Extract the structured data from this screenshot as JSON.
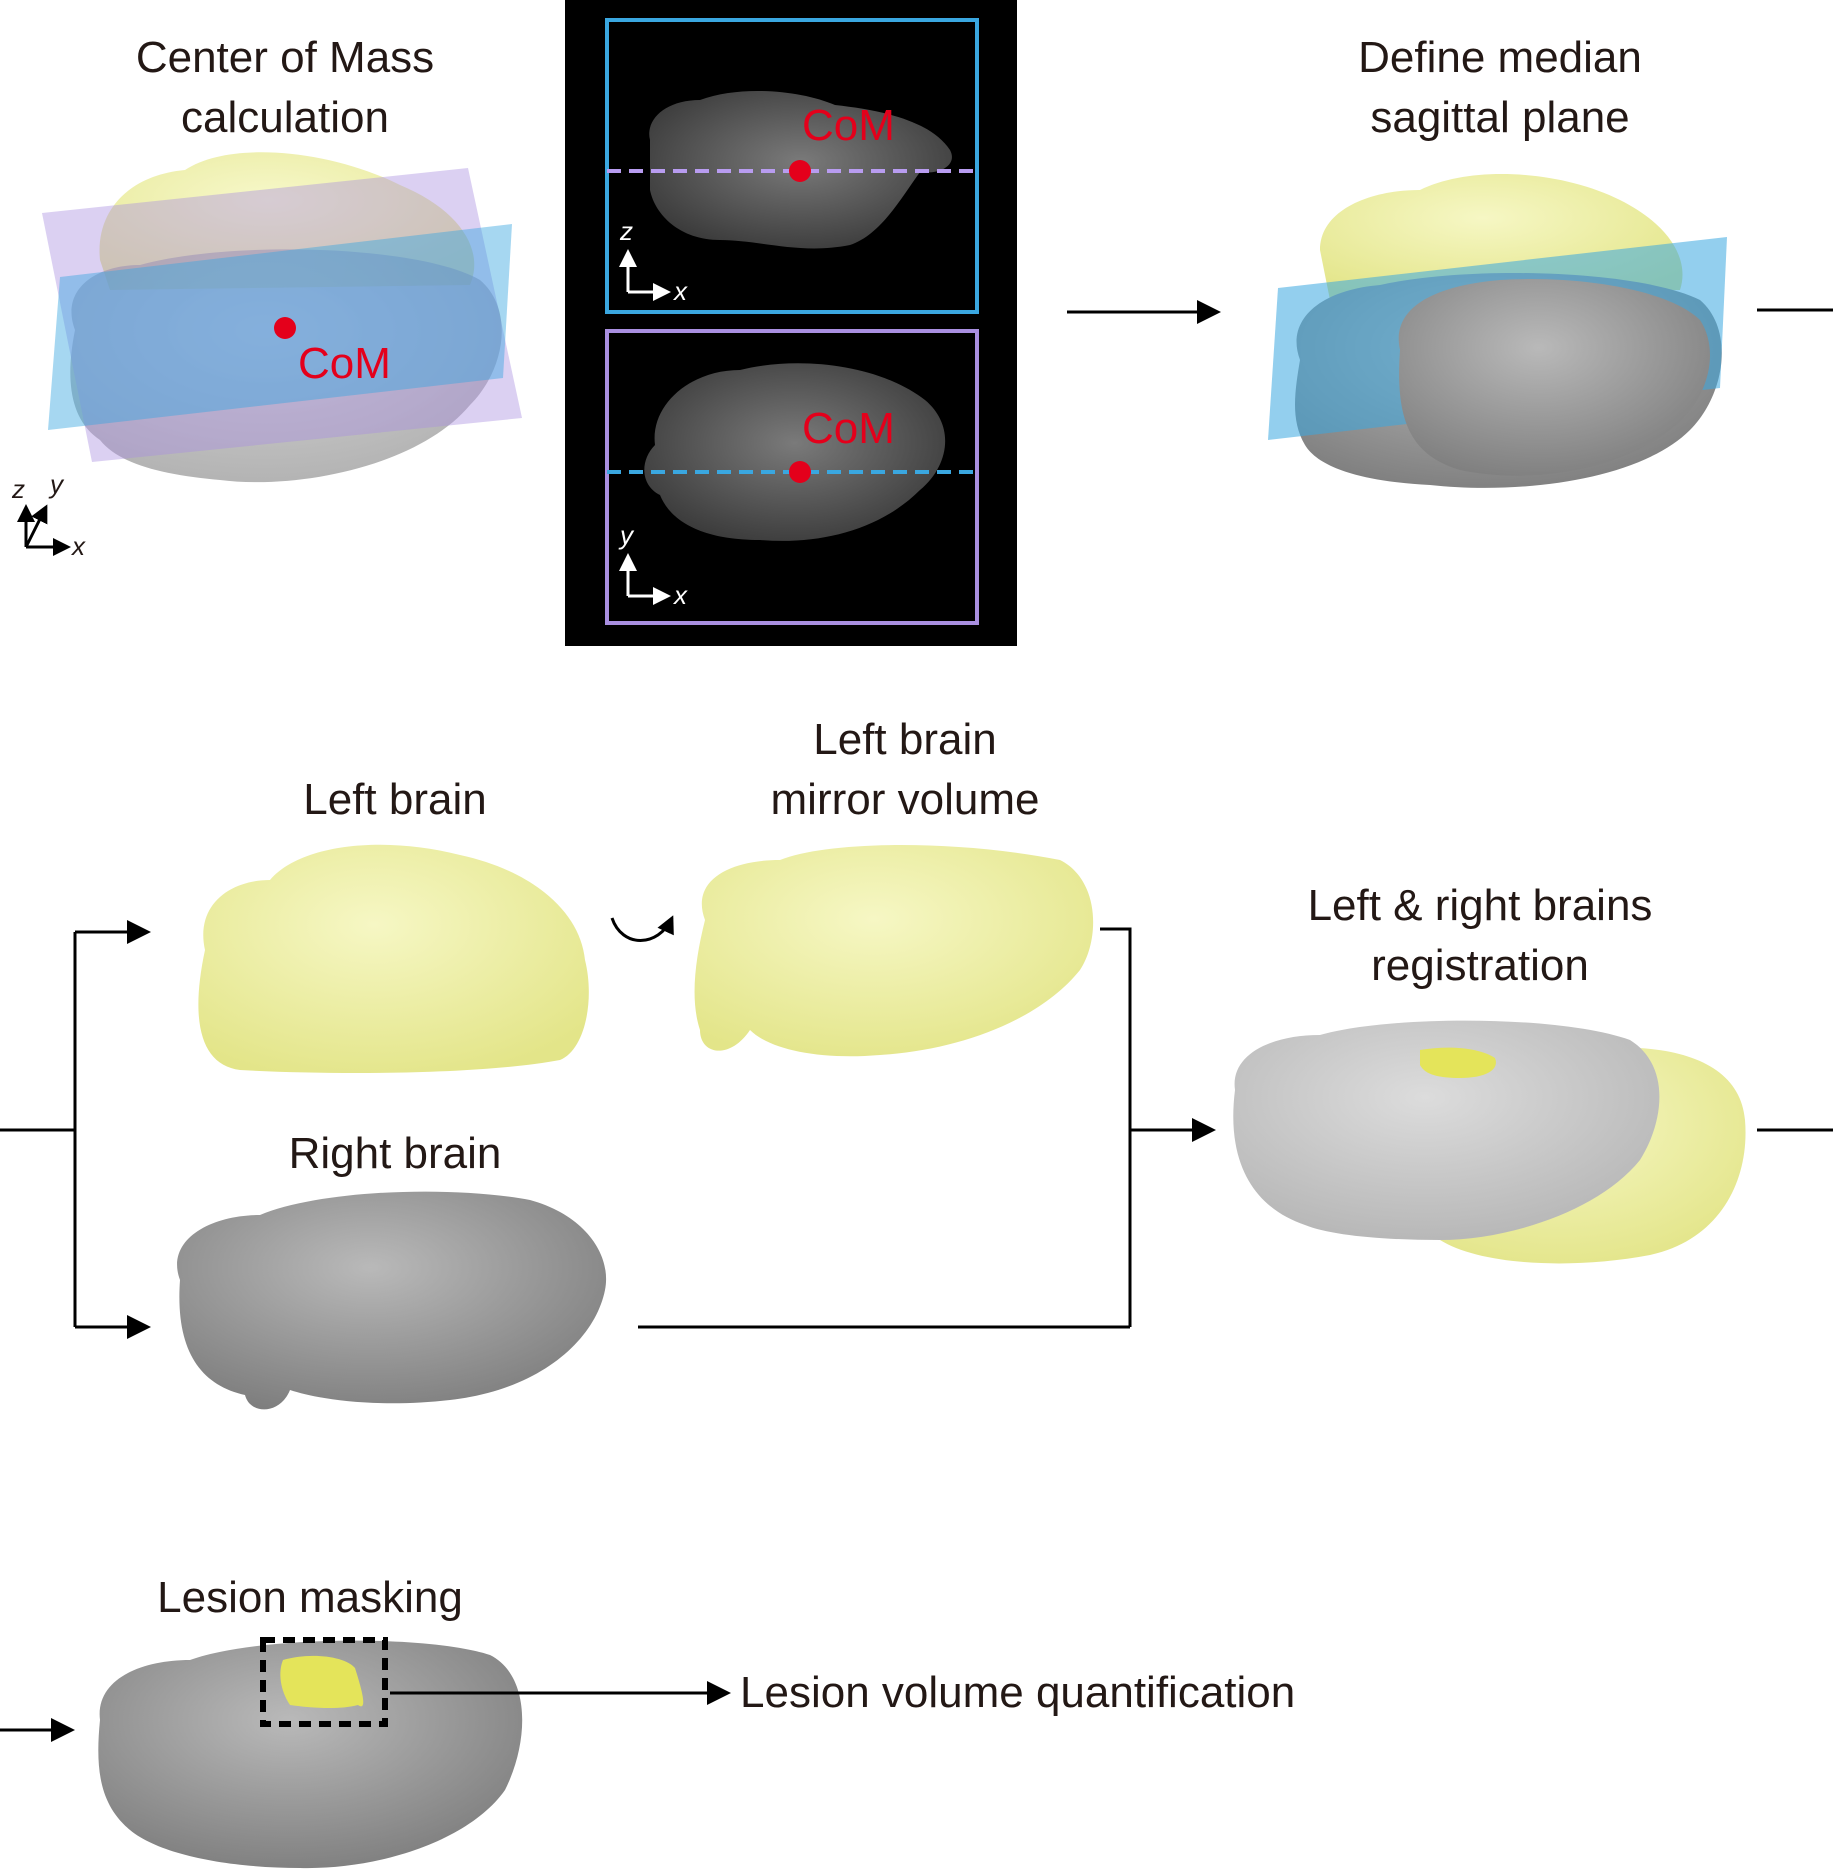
{
  "titles": {
    "com_line1": "Center of Mass",
    "com_line2": "calculation",
    "median_line1": "Define median",
    "median_line2": "sagittal plane",
    "left_brain": "Left brain",
    "mirror_line1": "Left brain",
    "mirror_line2": "mirror volume",
    "right_brain": "Right brain",
    "reg_line1": "Left & right brains",
    "reg_line2": "registration",
    "lesion_masking": "Lesion masking",
    "quantification": "Lesion volume quantification"
  },
  "markers": {
    "com_3d": "CoM",
    "com_sagittal": "CoM",
    "com_horizontal": "CoM"
  },
  "axes": {
    "main_z": "z",
    "main_y": "y",
    "main_x": "x",
    "sag_z": "z",
    "sag_x": "x",
    "hor_y": "y",
    "hor_x": "x"
  },
  "colors": {
    "left_brain_yellow": "#ecee9c",
    "right_brain_gray": "#9a9a9a",
    "registered_gray": "#c6c6c6",
    "plane_blue": "#3aa7e0",
    "plane_purple": "#a98fe0",
    "com_red": "#e4001b",
    "text": "#231815",
    "slice_background": "#000000"
  },
  "icons": {
    "flip": "curved-arrow-icon",
    "flow": "arrow-icon"
  }
}
